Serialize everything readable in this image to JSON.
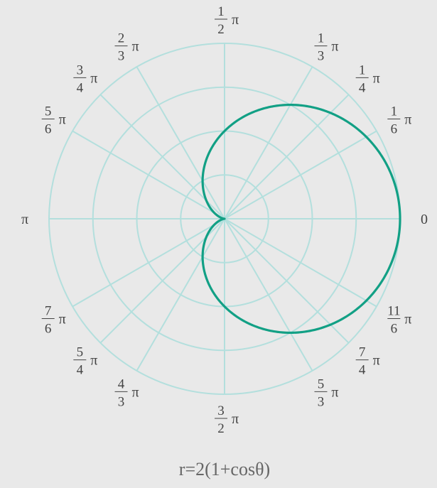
{
  "chart_data": {
    "type": "polar-line",
    "title": "r=2(1+cosθ)",
    "equation": "r=2(1+cosθ)",
    "radial_range": [
      0,
      4
    ],
    "radial_grid_values": [
      1,
      2,
      3,
      4
    ],
    "angular_ticks": [
      {
        "angle": 0,
        "label": "0"
      },
      {
        "angle": 30,
        "numerator": "1",
        "denominator": "6",
        "suffix": "π"
      },
      {
        "angle": 45,
        "numerator": "1",
        "denominator": "4",
        "suffix": "π"
      },
      {
        "angle": 60,
        "numerator": "1",
        "denominator": "3",
        "suffix": "π"
      },
      {
        "angle": 90,
        "numerator": "1",
        "denominator": "2",
        "suffix": "π"
      },
      {
        "angle": 120,
        "numerator": "2",
        "denominator": "3",
        "suffix": "π"
      },
      {
        "angle": 135,
        "numerator": "3",
        "denominator": "4",
        "suffix": "π"
      },
      {
        "angle": 150,
        "numerator": "5",
        "denominator": "6",
        "suffix": "π"
      },
      {
        "angle": 180,
        "label": "π"
      },
      {
        "angle": 210,
        "numerator": "7",
        "denominator": "6",
        "suffix": "π"
      },
      {
        "angle": 225,
        "numerator": "5",
        "denominator": "4",
        "suffix": "π"
      },
      {
        "angle": 240,
        "numerator": "4",
        "denominator": "3",
        "suffix": "π"
      },
      {
        "angle": 270,
        "numerator": "3",
        "denominator": "2",
        "suffix": "π"
      },
      {
        "angle": 300,
        "numerator": "5",
        "denominator": "3",
        "suffix": "π"
      },
      {
        "angle": 315,
        "numerator": "7",
        "denominator": "4",
        "suffix": "π"
      },
      {
        "angle": 330,
        "numerator": "11",
        "denominator": "6",
        "suffix": "π"
      }
    ],
    "series": [
      {
        "function": "r = 2(1 + cos θ)",
        "theta_range": [
          0,
          360
        ],
        "color": "#12a085"
      }
    ],
    "grid": true
  },
  "colors": {
    "background": "#e9e9e9",
    "grid": "#b3dfdd",
    "curve": "#12a085",
    "text": "#444444",
    "caption": "#666666"
  }
}
